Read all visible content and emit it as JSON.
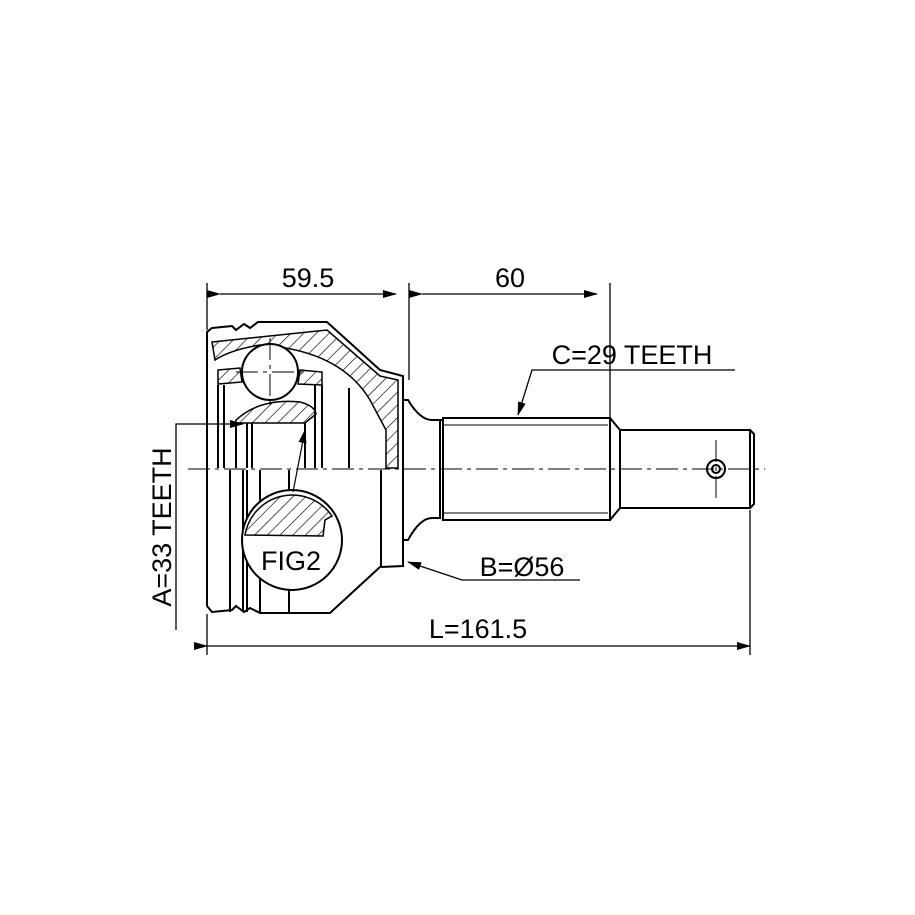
{
  "dimensions": {
    "housing_length": "59.5",
    "shaft_length": "60",
    "total_length": "L=161.5",
    "outer_diameter": "B=Ø56",
    "outer_spline": "C=29 TEETH",
    "inner_spline": "A=33 TEETH"
  },
  "detail_label": "FIG2",
  "colors": {
    "line": "#000000",
    "background": "#ffffff"
  }
}
